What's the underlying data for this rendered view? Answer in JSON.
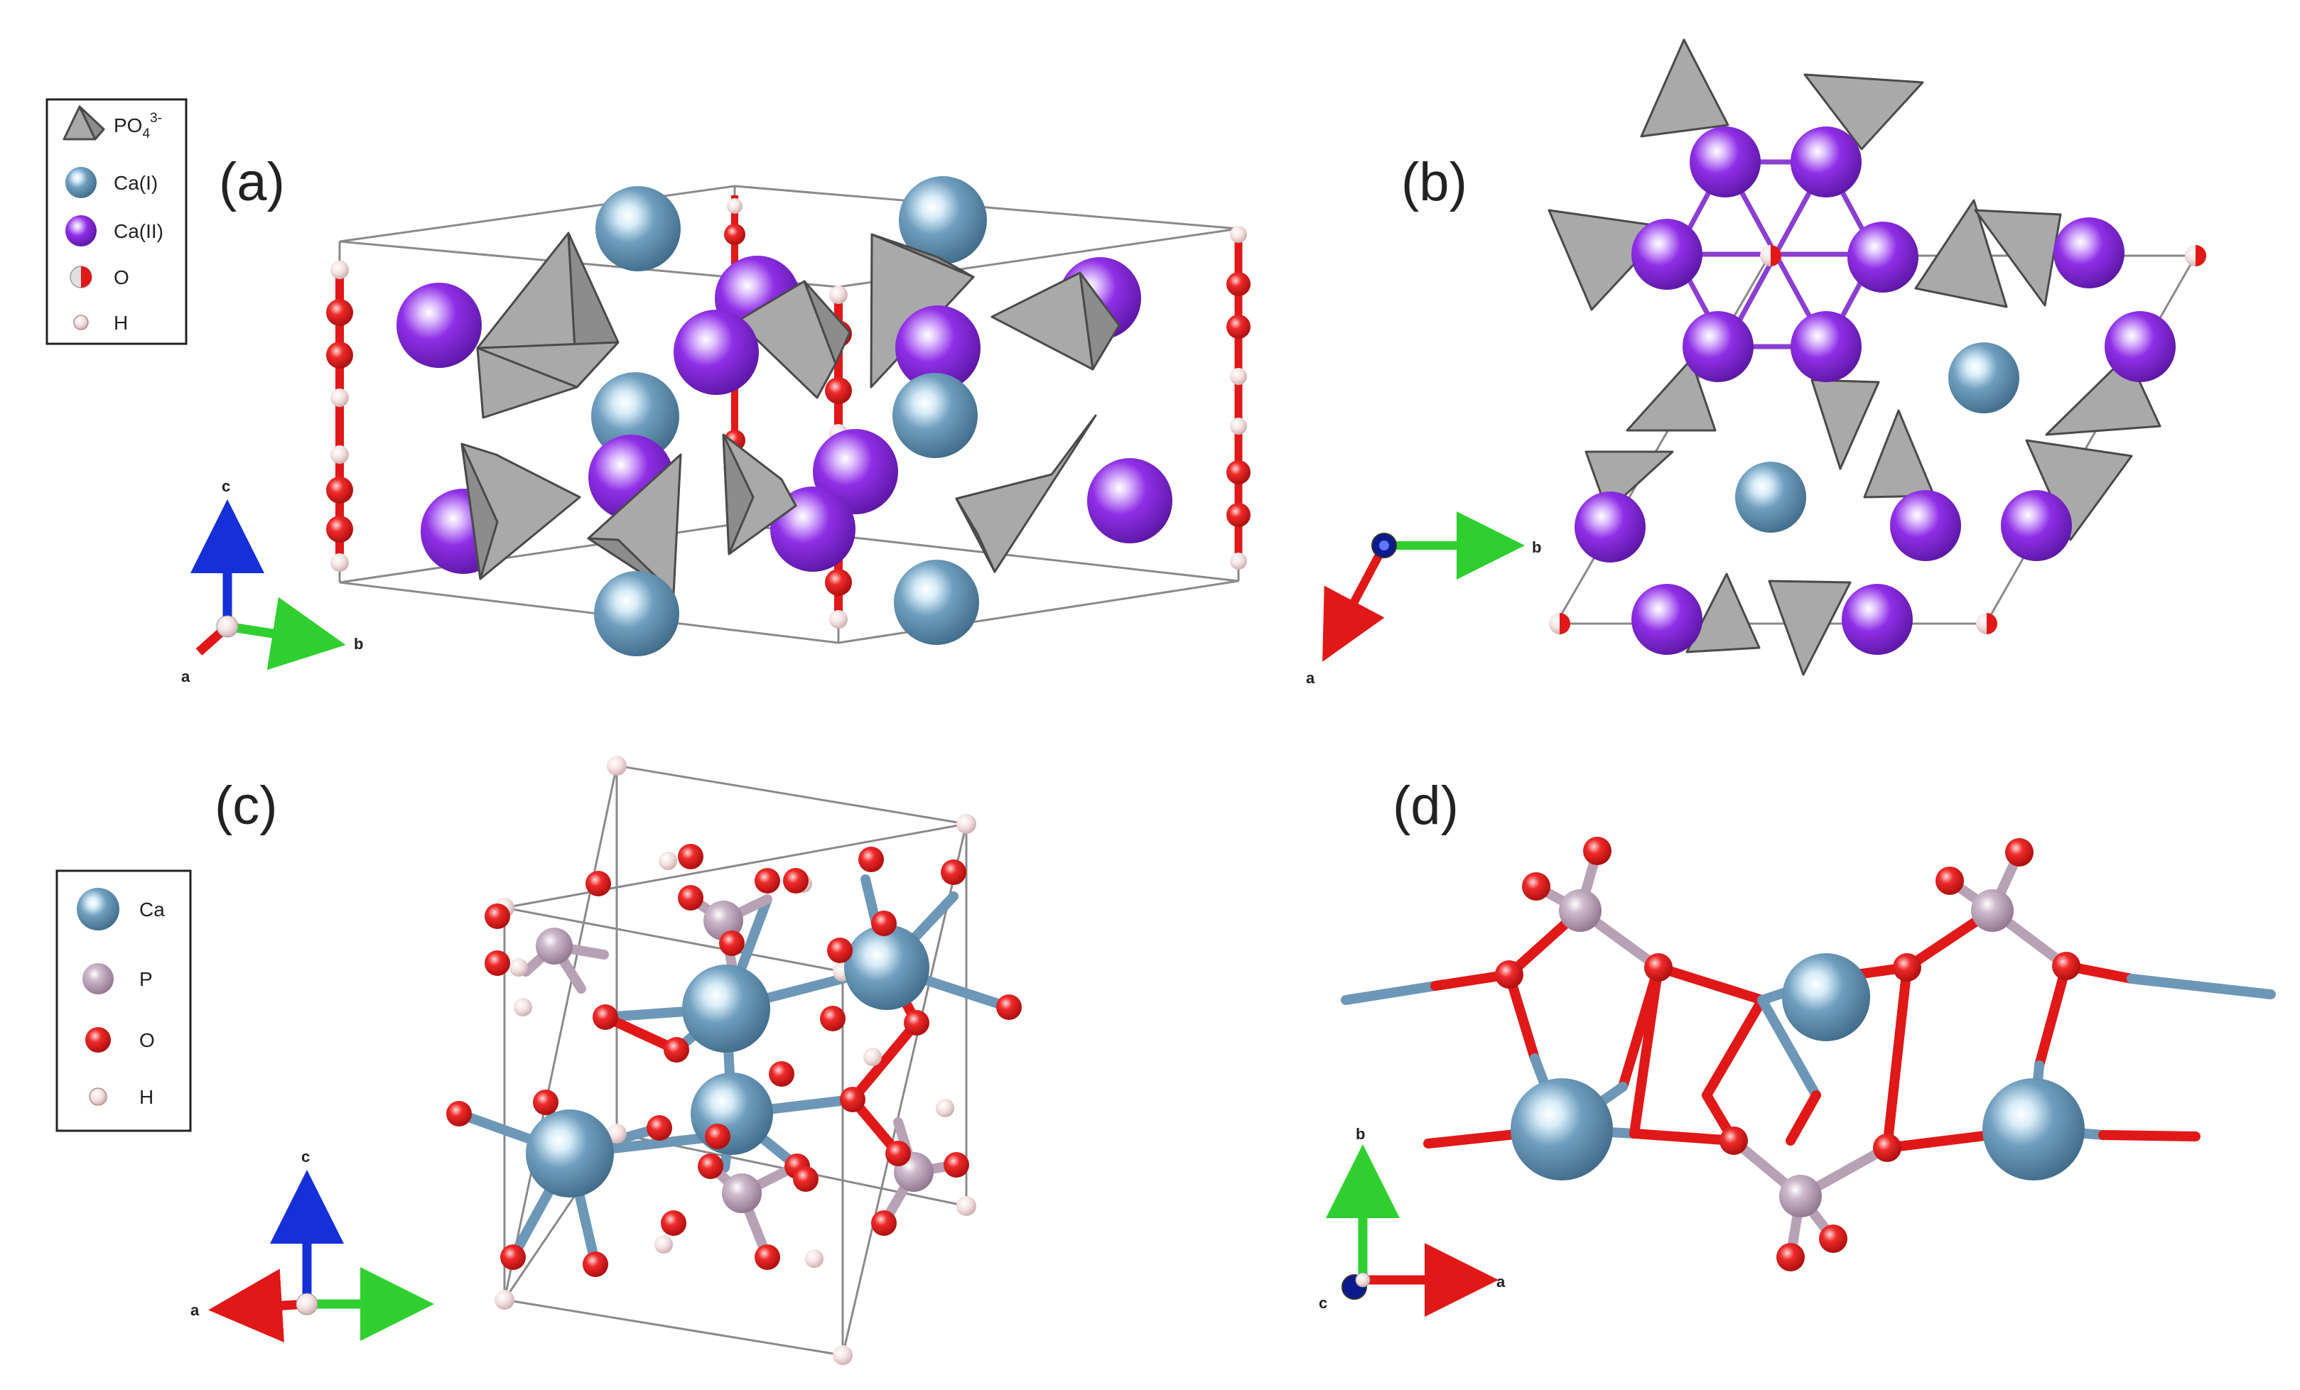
{
  "panels": {
    "a": {
      "label": "(a)"
    },
    "b": {
      "label": "(b)"
    },
    "c": {
      "label": "(c)"
    },
    "d": {
      "label": "(d)"
    }
  },
  "legend_top": {
    "items": [
      {
        "id": "po4",
        "label": "PO",
        "sub": "4",
        "sup": "3-"
      },
      {
        "id": "ca1",
        "label": "Ca(I)",
        "color": "#5f8fb0"
      },
      {
        "id": "ca2",
        "label": "Ca(II)",
        "color": "#8a2be2"
      },
      {
        "id": "o",
        "label": "O",
        "color": "#e01818"
      },
      {
        "id": "h",
        "label": "H",
        "color": "#f3dada"
      }
    ]
  },
  "legend_bottom": {
    "items": [
      {
        "id": "ca",
        "label": "Ca",
        "color": "#5f8fb0"
      },
      {
        "id": "p",
        "label": "P",
        "color": "#b59db4"
      },
      {
        "id": "o",
        "label": "O",
        "color": "#e01818"
      },
      {
        "id": "h",
        "label": "H",
        "color": "#f3dada"
      }
    ]
  },
  "axes": {
    "a": {
      "up": "c",
      "right": "b",
      "corner": "a"
    },
    "b": {
      "right": "b",
      "down": "a"
    },
    "c": {
      "up": "c",
      "right": "",
      "left": "a"
    },
    "d": {
      "up": "b",
      "right": "a",
      "corner": "c"
    }
  },
  "colors": {
    "ca1": "#5f8fb0",
    "ca2": "#8a2be2",
    "oxygen": "#e01818",
    "hydrogen": "#f3dada",
    "phosphorus": "#b59db4",
    "polyhedron": "#a9a9a9",
    "axis_red": "#e01818",
    "axis_green": "#2fcf2f",
    "axis_blue": "#1530d8"
  }
}
